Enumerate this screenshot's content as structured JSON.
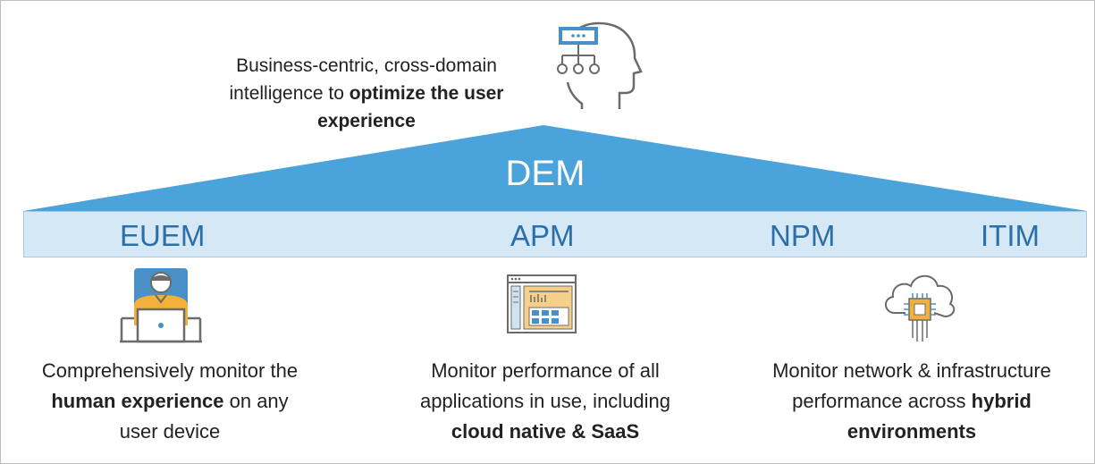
{
  "top_text": {
    "line1": "Business-centric, cross-domain",
    "line2_pre": "intelligence to ",
    "line2_bold": "optimize the user",
    "line3_bold": "experience"
  },
  "dem": {
    "label": "DEM"
  },
  "band": {
    "items": [
      "EUEM",
      "APM",
      "NPM",
      "ITIM"
    ]
  },
  "bottom": {
    "euem": {
      "line1": "Comprehensively monitor the",
      "line2_bold": "human experience",
      "line2_post": " on any",
      "line3": "user device"
    },
    "apm": {
      "line1": "Monitor performance of all",
      "line2": "applications in use, including",
      "line3_bold": "cloud native & SaaS"
    },
    "itim": {
      "line1": "Monitor network & infrastructure",
      "line2_pre": "performance across ",
      "line2_bold": "hybrid",
      "line3_bold": "environments"
    }
  },
  "colors": {
    "roof": "#4ba3db",
    "band_fill": "#d5e8f5",
    "band_text": "#2c6fa8",
    "icon_blue": "#4a90c8",
    "icon_orange": "#f3b13b",
    "icon_gray": "#6b6b6b"
  },
  "icons": [
    "head-network-icon",
    "user-laptop-icon",
    "dashboard-window-icon",
    "cloud-chip-icon"
  ]
}
